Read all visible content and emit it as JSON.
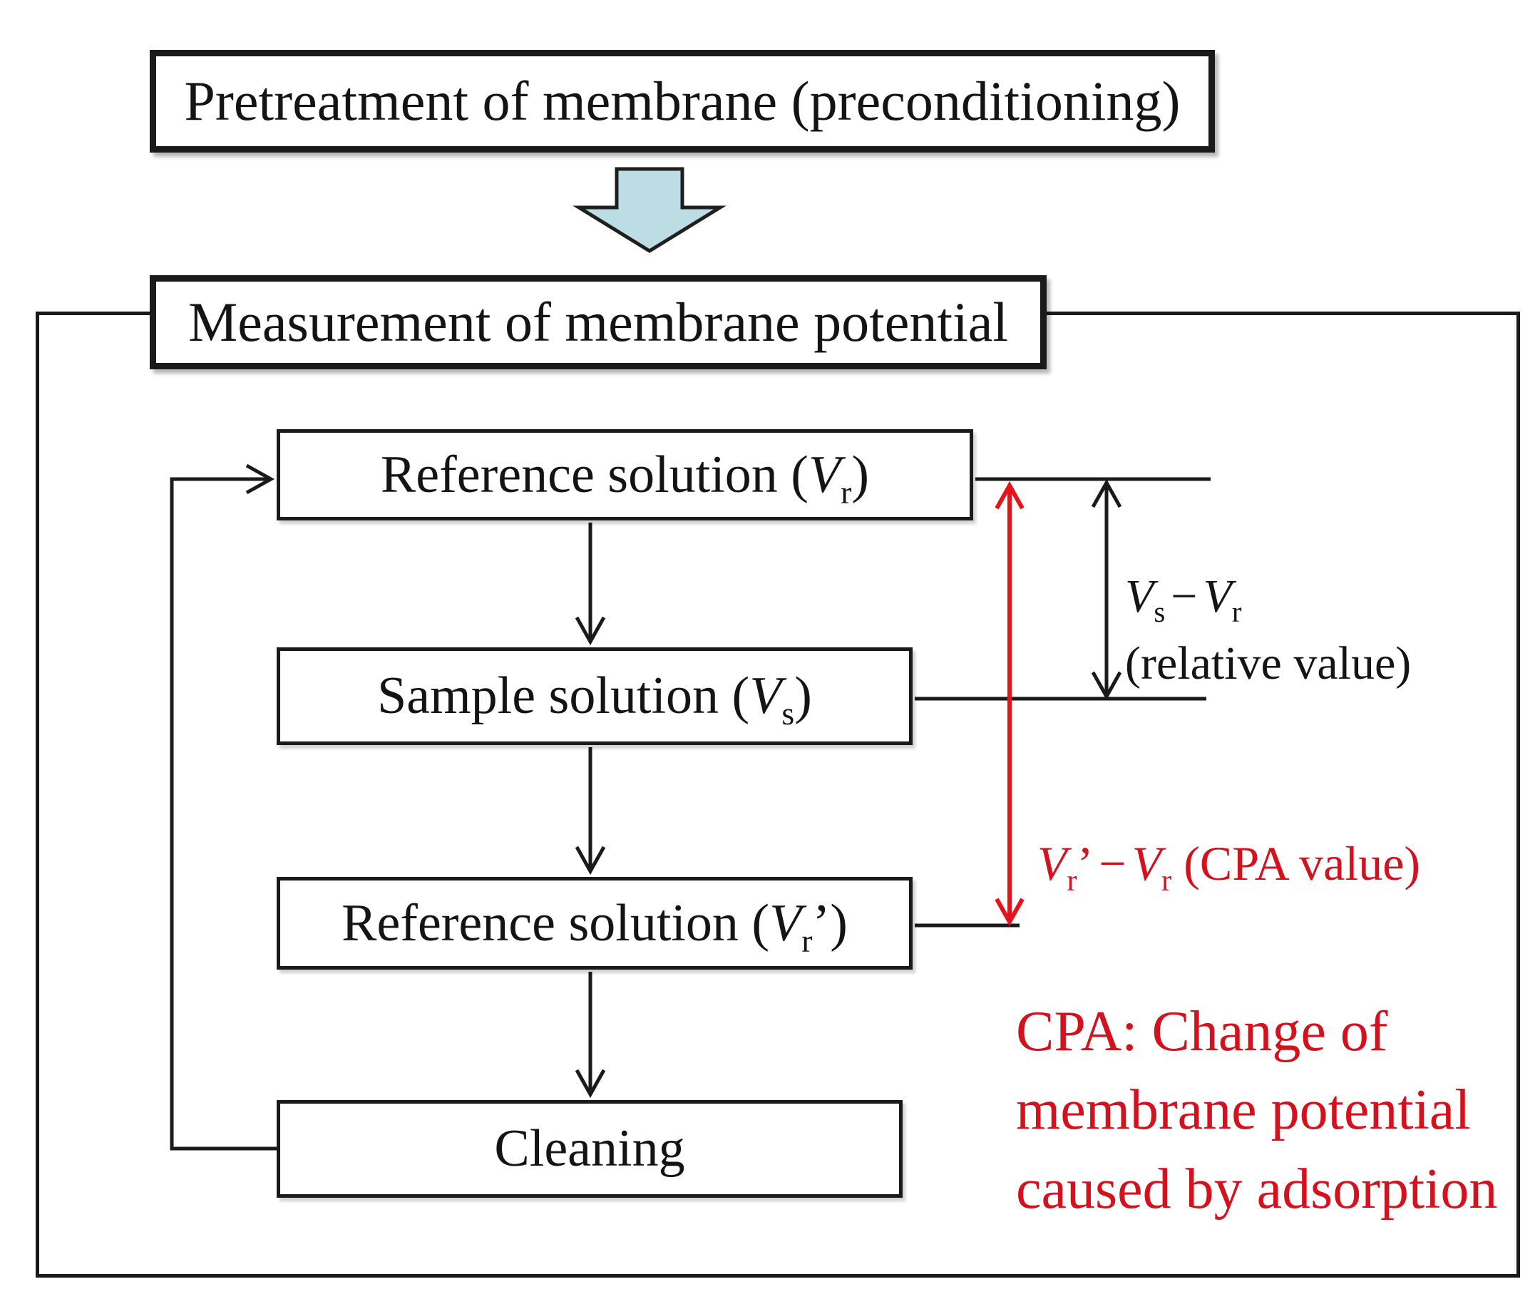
{
  "title": "Membrane potential measurement flowchart",
  "colors": {
    "line_black": "#1a1a1a",
    "text_black": "#141414",
    "red_text": "#d4121e",
    "red_arrow": "#e8121a",
    "arrow_fill": "#bcdde4",
    "arrow_border": "#1f1f1f"
  },
  "boxes": {
    "pretreatment": {
      "label": "Pretreatment of membrane (preconditioning)"
    },
    "measurement": {
      "label": "Measurement of membrane potential"
    },
    "reference1": {
      "prefix": "Reference solution (",
      "v": "V",
      "sub": "r",
      "suffix": ")"
    },
    "sample": {
      "prefix": "Sample solution (",
      "v": "V",
      "sub": "s",
      "suffix": ")"
    },
    "reference2": {
      "prefix": "Reference solution (",
      "v": "V",
      "sub": "r",
      "prime": "’",
      "suffix": ")"
    },
    "cleaning": {
      "label": "Cleaning"
    }
  },
  "annotations": {
    "relative_value": {
      "v1": "V",
      "sub1": "s",
      "minus": "−",
      "v2": "V",
      "sub2": "r",
      "line2": "(relative value)"
    },
    "cpa_value": {
      "v1": "V",
      "sub1": "r",
      "prime": "’",
      "minus": "−",
      "v2": "V",
      "sub2": "r",
      "rest": " (CPA value)"
    },
    "cpa_note": {
      "lines": [
        "CPA: Change of",
        "membrane potential",
        "caused by adsorption"
      ]
    }
  }
}
